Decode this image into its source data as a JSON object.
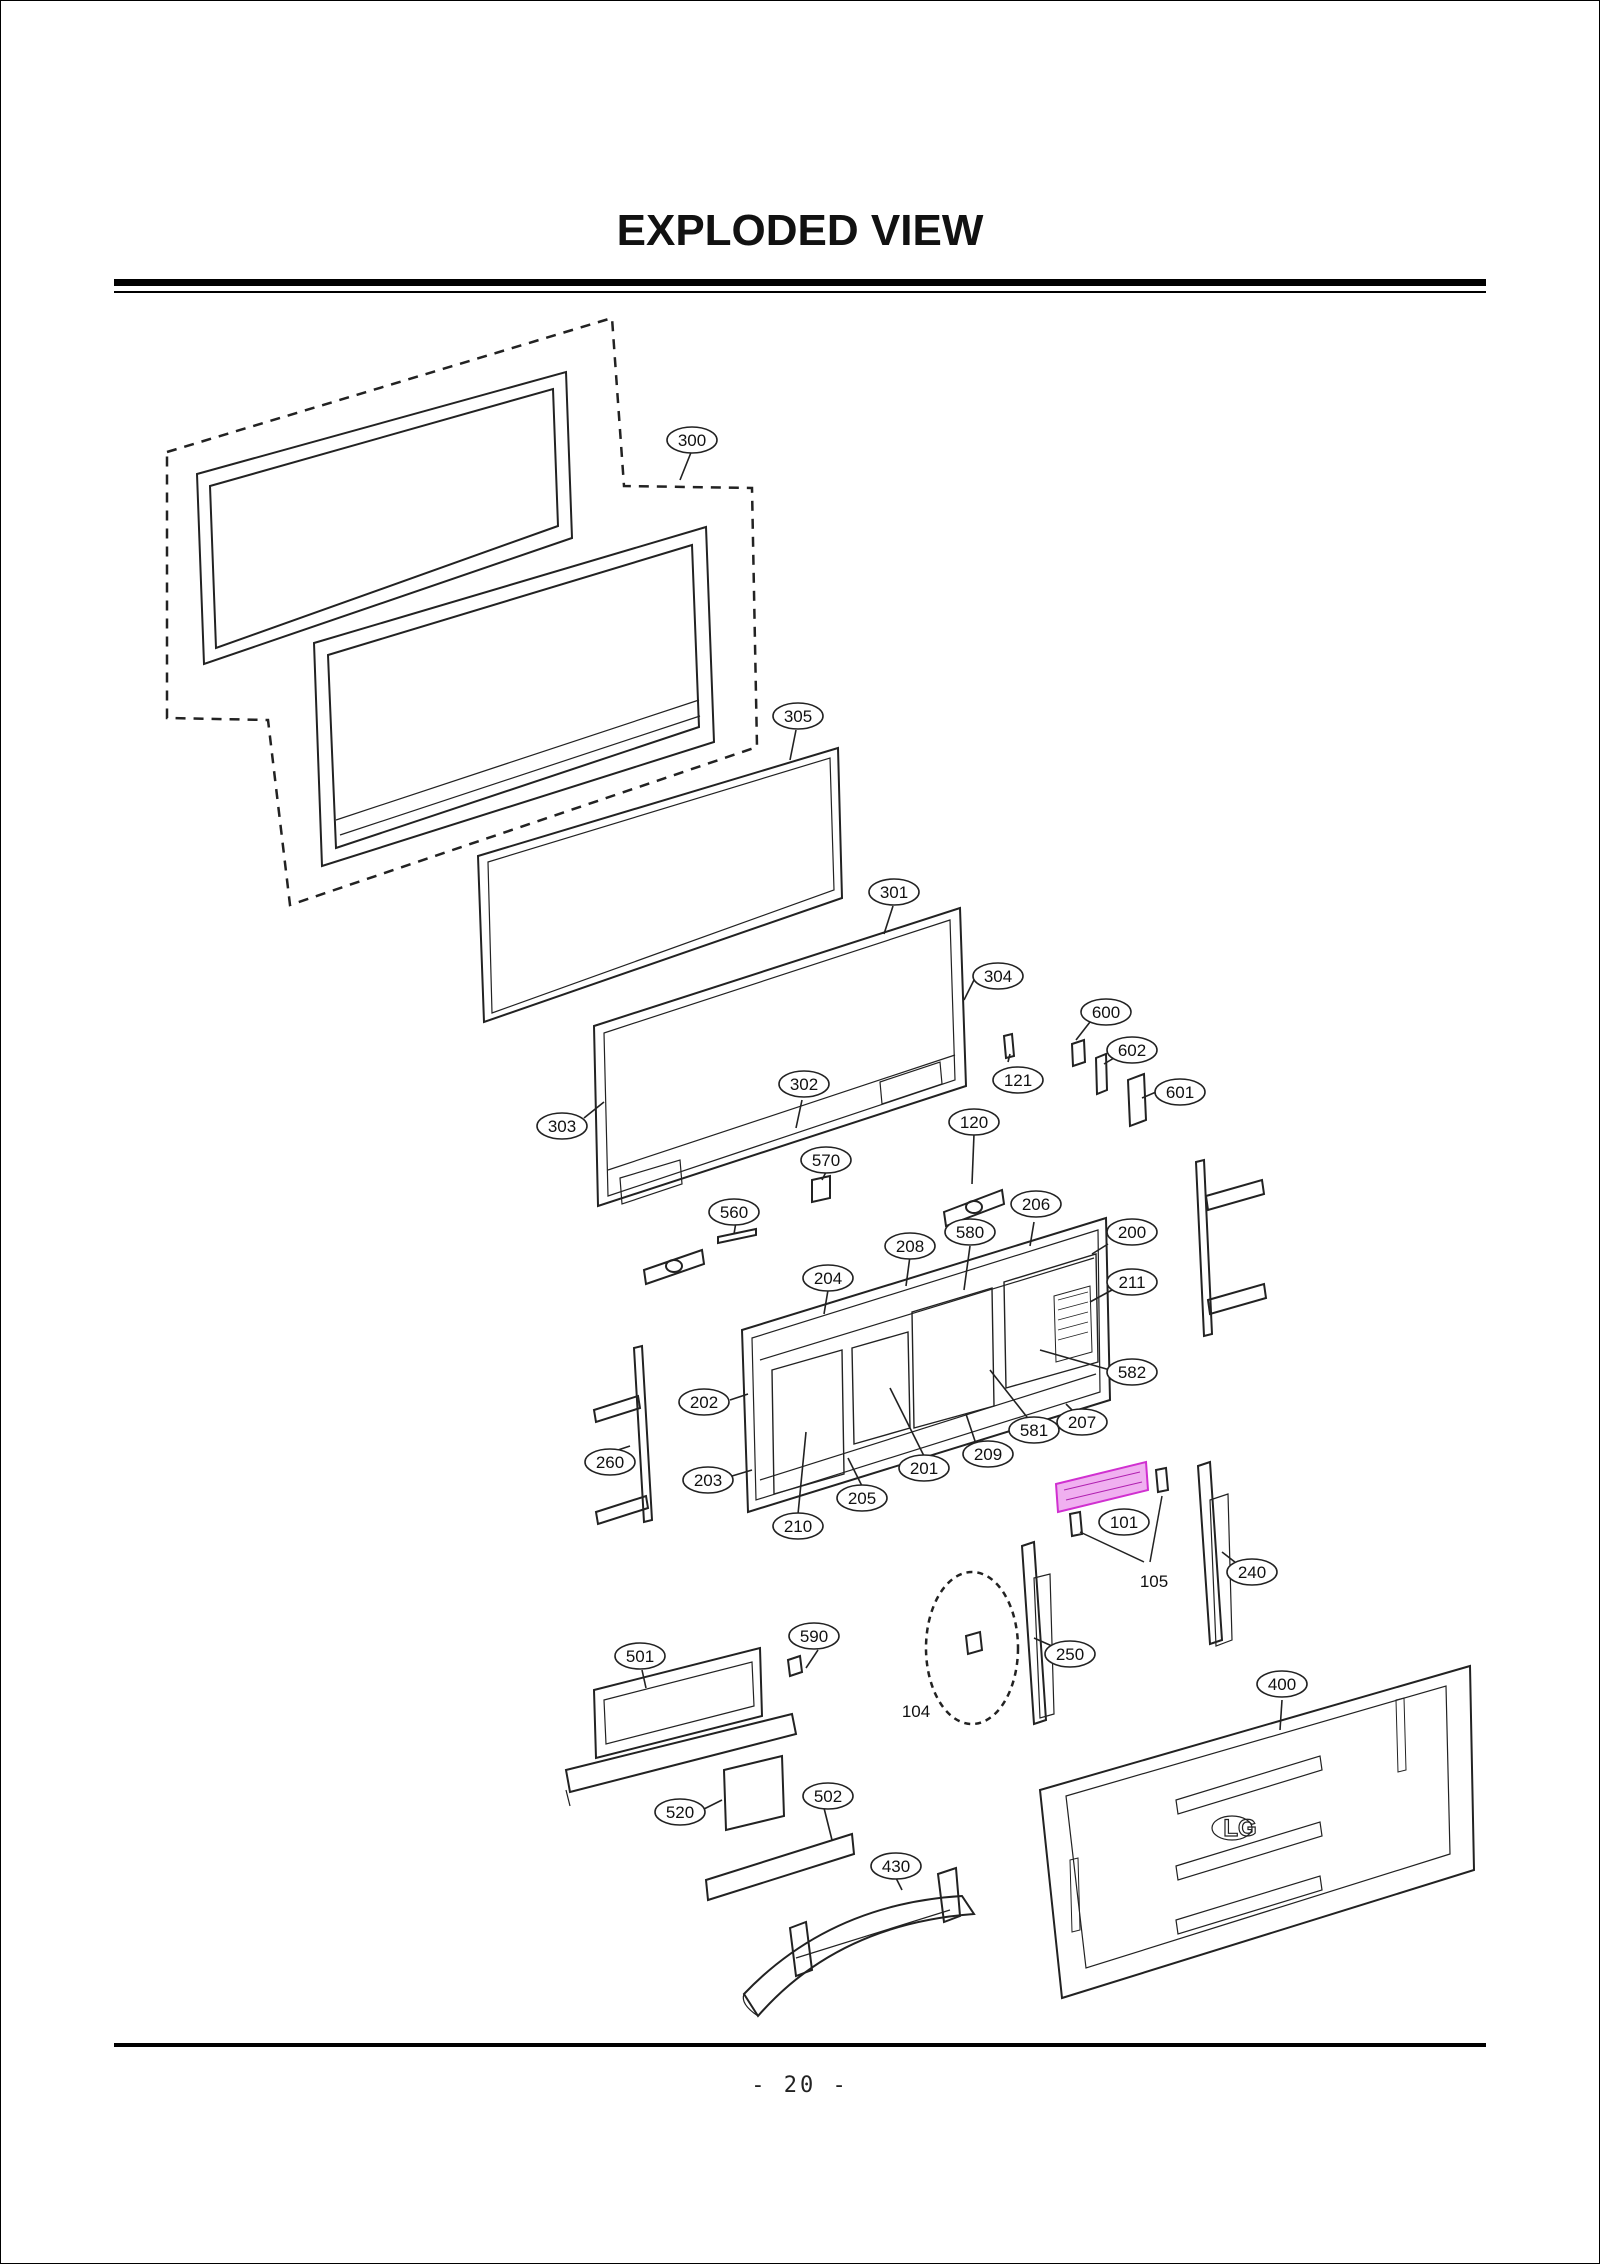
{
  "title": "EXPLODED VIEW",
  "page_number": "- 20 -",
  "highlight_color": "#e040e0",
  "callouts": [
    {
      "id": "c300",
      "label": "300"
    },
    {
      "id": "c305",
      "label": "305"
    },
    {
      "id": "c301",
      "label": "301"
    },
    {
      "id": "c304",
      "label": "304"
    },
    {
      "id": "c600",
      "label": "600"
    },
    {
      "id": "c602",
      "label": "602"
    },
    {
      "id": "c601",
      "label": "601"
    },
    {
      "id": "c121",
      "label": "121"
    },
    {
      "id": "c302",
      "label": "302"
    },
    {
      "id": "c303",
      "label": "303"
    },
    {
      "id": "c120",
      "label": "120"
    },
    {
      "id": "c570",
      "label": "570"
    },
    {
      "id": "c560",
      "label": "560"
    },
    {
      "id": "c206",
      "label": "206"
    },
    {
      "id": "c580",
      "label": "580"
    },
    {
      "id": "c200",
      "label": "200"
    },
    {
      "id": "c208",
      "label": "208"
    },
    {
      "id": "c204",
      "label": "204"
    },
    {
      "id": "c211",
      "label": "211"
    },
    {
      "id": "c582",
      "label": "582"
    },
    {
      "id": "c202",
      "label": "202"
    },
    {
      "id": "c207",
      "label": "207"
    },
    {
      "id": "c581",
      "label": "581"
    },
    {
      "id": "c209",
      "label": "209"
    },
    {
      "id": "c201",
      "label": "201"
    },
    {
      "id": "c260",
      "label": "260"
    },
    {
      "id": "c203",
      "label": "203"
    },
    {
      "id": "c205",
      "label": "205"
    },
    {
      "id": "c210",
      "label": "210"
    },
    {
      "id": "c101",
      "label": "101"
    },
    {
      "id": "c240",
      "label": "240"
    },
    {
      "id": "c590",
      "label": "590"
    },
    {
      "id": "c501",
      "label": "501"
    },
    {
      "id": "c250",
      "label": "250"
    },
    {
      "id": "c400",
      "label": "400"
    },
    {
      "id": "c502",
      "label": "502"
    },
    {
      "id": "c520",
      "label": "520"
    },
    {
      "id": "c430",
      "label": "430"
    }
  ],
  "plain_labels": [
    {
      "id": "p105",
      "label": "105"
    },
    {
      "id": "p104",
      "label": "104"
    }
  ],
  "logo_text": "LG"
}
